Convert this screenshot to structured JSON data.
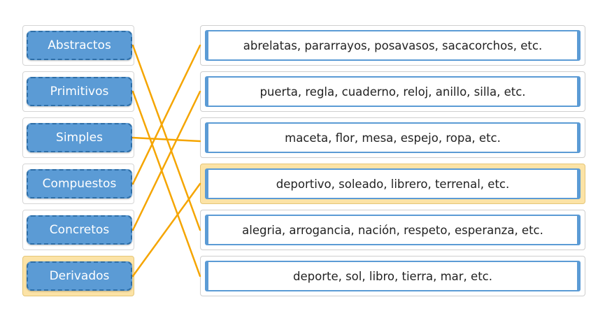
{
  "colors": {
    "line": "#f5a500",
    "card": "#5b9bd5",
    "highlight": "#fce3a6"
  },
  "categories": [
    {
      "label": "Abstractos",
      "highlighted": false
    },
    {
      "label": "Primitivos",
      "highlighted": false
    },
    {
      "label": "Simples",
      "highlighted": false
    },
    {
      "label": "Compuestos",
      "highlighted": false
    },
    {
      "label": "Concretos",
      "highlighted": false
    },
    {
      "label": "Derivados",
      "highlighted": true
    }
  ],
  "answers": [
    {
      "text": "abrelatas, pararrayos, posavasos, sacacorchos, etc.",
      "highlighted": false
    },
    {
      "text": "puerta, regla, cuaderno, reloj, anillo, silla, etc.",
      "highlighted": false
    },
    {
      "text": "maceta, flor, mesa, espejo, ropa, etc.",
      "highlighted": false
    },
    {
      "text": "deportivo, soleado, librero, terrenal, etc.",
      "highlighted": true
    },
    {
      "text": "alegria, arrogancia, nación, respeto, esperanza, etc.",
      "highlighted": false
    },
    {
      "text": "deporte, sol, libro, tierra, mar, etc.",
      "highlighted": false
    }
  ],
  "connections": [
    {
      "from": 0,
      "to": 4
    },
    {
      "from": 1,
      "to": 5
    },
    {
      "from": 2,
      "to": 2
    },
    {
      "from": 3,
      "to": 0
    },
    {
      "from": 4,
      "to": 1
    },
    {
      "from": 5,
      "to": 3
    }
  ]
}
